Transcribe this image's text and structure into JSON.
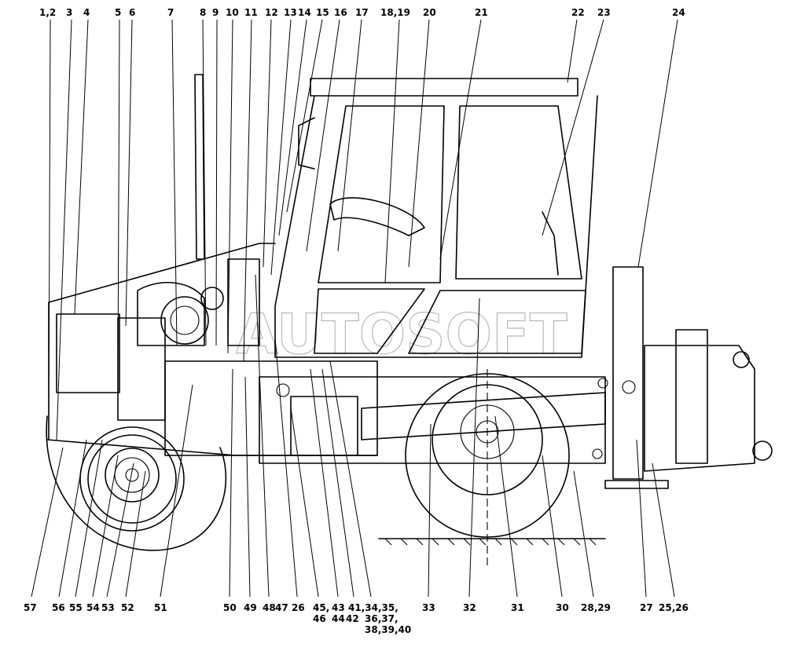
{
  "watermark": "AUTOSOFT",
  "labels_top": [
    {
      "id": "t1",
      "text": "1,2"
    },
    {
      "id": "t2",
      "text": "3"
    },
    {
      "id": "t3",
      "text": "4"
    },
    {
      "id": "t4",
      "text": "5"
    },
    {
      "id": "t5",
      "text": "6"
    },
    {
      "id": "t6",
      "text": "7"
    },
    {
      "id": "t7",
      "text": "8"
    },
    {
      "id": "t8",
      "text": "9"
    },
    {
      "id": "t9",
      "text": "10"
    },
    {
      "id": "t10",
      "text": "11"
    },
    {
      "id": "t11",
      "text": "12"
    },
    {
      "id": "t12",
      "text": "13"
    },
    {
      "id": "t13",
      "text": "14"
    },
    {
      "id": "t14",
      "text": "15"
    },
    {
      "id": "t15",
      "text": "16"
    },
    {
      "id": "t16",
      "text": "17"
    },
    {
      "id": "t17",
      "text": "18,19"
    },
    {
      "id": "t18",
      "text": "20"
    },
    {
      "id": "t19",
      "text": "21"
    },
    {
      "id": "t20",
      "text": "22"
    },
    {
      "id": "t21",
      "text": "23"
    },
    {
      "id": "t22",
      "text": "24"
    }
  ],
  "labels_bottom": [
    {
      "id": "b1",
      "text": "57"
    },
    {
      "id": "b2",
      "text": "56"
    },
    {
      "id": "b3",
      "text": "55"
    },
    {
      "id": "b4",
      "text": "54"
    },
    {
      "id": "b5",
      "text": "53"
    },
    {
      "id": "b6",
      "text": "52"
    },
    {
      "id": "b7",
      "text": "51"
    },
    {
      "id": "b8",
      "text": "50"
    },
    {
      "id": "b9",
      "text": "49"
    },
    {
      "id": "b10",
      "text": "48"
    },
    {
      "id": "b11",
      "text": "47"
    },
    {
      "id": "b12",
      "text": "26"
    },
    {
      "id": "b13",
      "text": "45,"
    },
    {
      "id": "b14",
      "text": "46"
    },
    {
      "id": "b15",
      "text": "43"
    },
    {
      "id": "b16",
      "text": "44"
    },
    {
      "id": "b17",
      "text": "42"
    },
    {
      "id": "b18",
      "text": "41,34,35,"
    },
    {
      "id": "b19",
      "text": "36,37,"
    },
    {
      "id": "b20",
      "text": "38,39,40"
    },
    {
      "id": "b21",
      "text": "33"
    },
    {
      "id": "b22",
      "text": "32"
    },
    {
      "id": "b23",
      "text": "31"
    },
    {
      "id": "b24",
      "text": "30"
    },
    {
      "id": "b25",
      "text": "28,29"
    },
    {
      "id": "b26",
      "text": "27"
    },
    {
      "id": "b27",
      "text": "25,26"
    }
  ]
}
